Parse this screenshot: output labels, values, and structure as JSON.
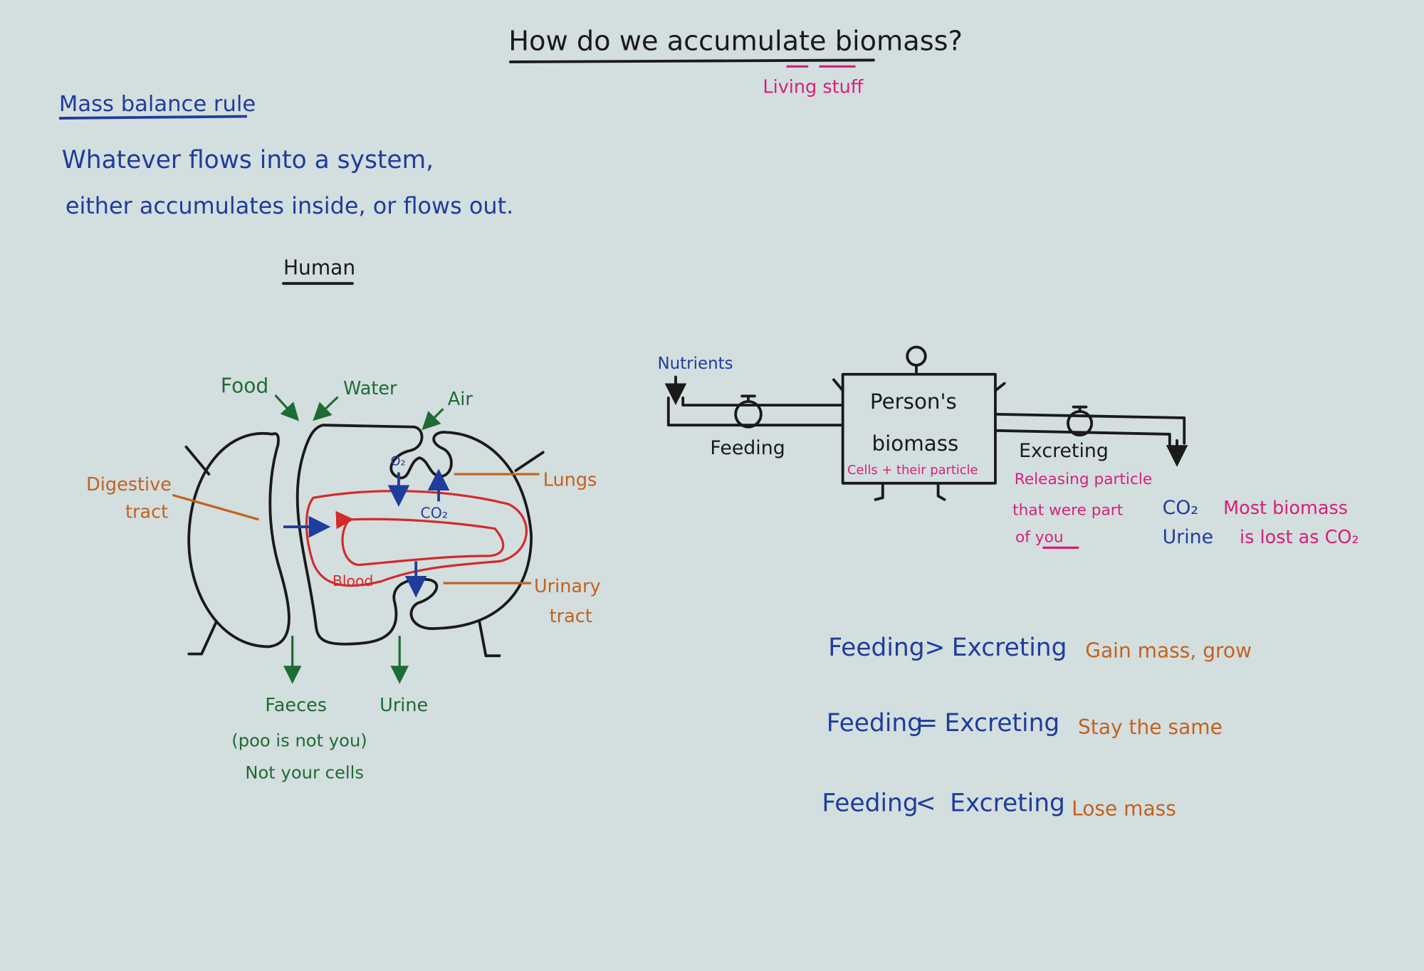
{
  "title": "How do we accumulate biomass?",
  "title_note": "Living stuff",
  "mass_balance": {
    "heading": "Mass balance rule",
    "line1": "Whatever flows into a system,",
    "line2": "either accumulates inside, or flows out."
  },
  "human": {
    "heading": "Human",
    "food": "Food",
    "water": "Water",
    "air": "Air",
    "digestive1": "Digestive",
    "digestive2": "tract",
    "lungs": "Lungs",
    "o2": "O₂",
    "co2": "CO₂",
    "blood": "Blood",
    "urinary1": "Urinary",
    "urinary2": "tract",
    "faeces": "Faeces",
    "faeces_note1": "(poo is not you)",
    "faeces_note2": "Not your cells",
    "urine": "Urine"
  },
  "flow_model": {
    "nutrients": "Nutrients",
    "feeding": "Feeding",
    "box1": "Person's",
    "box2": "biomass",
    "box_note": "Cells + their particle",
    "excreting": "Excreting",
    "release1": "Releasing particle",
    "release2": "that were part",
    "release3": "of you",
    "out1": "CO₂",
    "out2": "Urine",
    "note1": "Most biomass",
    "note2": "is lost as CO₂"
  },
  "rules": [
    {
      "lhs": "Feeding",
      "op": ">",
      "rhs": "Excreting",
      "result": "Gain mass, grow"
    },
    {
      "lhs": "Feeding",
      "op": "=",
      "rhs": "Excreting",
      "result": "Stay the same"
    },
    {
      "lhs": "Feeding",
      "op": "<",
      "rhs": "Excreting",
      "result": "Lose mass"
    }
  ],
  "colors": {
    "background": "#d3dedf",
    "blue": "#1f3d9a",
    "green": "#1f6b34",
    "orange": "#c2621e",
    "pink": "#d6217a",
    "red": "#d42a2a"
  }
}
